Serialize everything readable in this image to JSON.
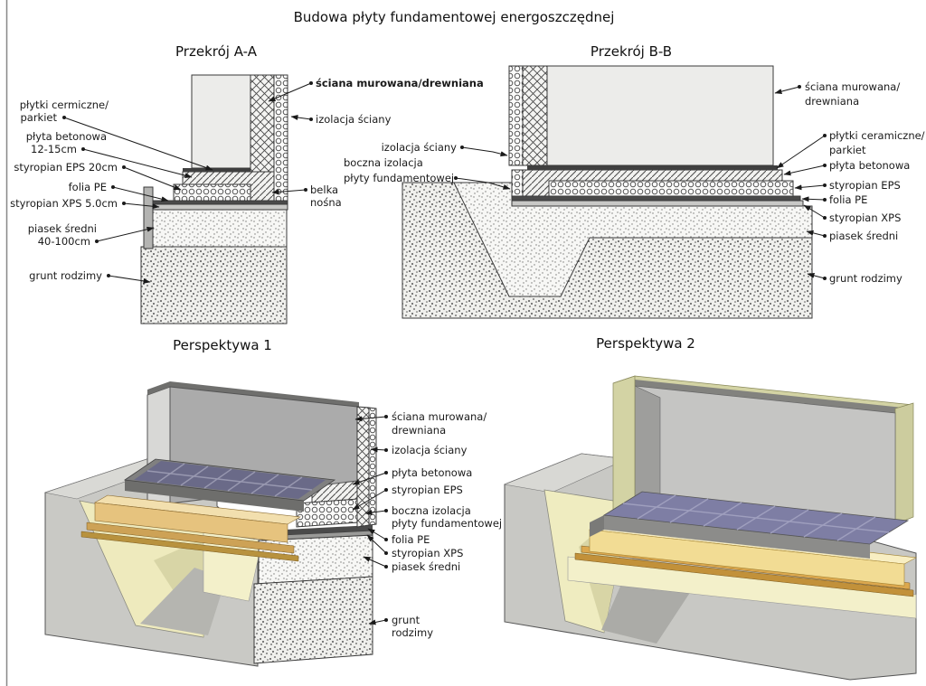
{
  "title": "Budowa płyty fundamentowej energoszczędnej",
  "aa": {
    "title": "Przekrój A-A",
    "labels": {
      "plytki1": "płytki cermiczne/",
      "plytki2": "parkiet",
      "plyta1": "płyta betonowa",
      "plyta2": "12-15cm",
      "eps": "styropian EPS 20cm",
      "folia": "folia PE",
      "xps": "styropian XPS 5.0cm",
      "piasek1": "piasek średni",
      "piasek2": "40-100cm",
      "grunt": "grunt rodzimy",
      "sciana": "ściana murowana/drewniana",
      "izolacja": "izolacja ściany",
      "belka1": "belka",
      "belka2": "nośna"
    }
  },
  "bb": {
    "title": "Przekrój B-B",
    "labels": {
      "izolacja": "izolacja ściany",
      "boczna1": "boczna izolacja",
      "boczna2": "płyty fundamentowej",
      "sciana1": "ściana murowana/",
      "sciana2": "drewniana",
      "plytki1": "płytki ceramiczne/",
      "plytki2": "parkiet",
      "plyta": "płyta betonowa",
      "eps": "styropian EPS",
      "folia": "folia PE",
      "xps": "styropian XPS",
      "piasek": "piasek średni",
      "grunt": "grunt rodzimy"
    }
  },
  "p1": {
    "title": "Perspektywa 1",
    "labels": {
      "sciana1": "ściana murowana/",
      "sciana2": "drewniana",
      "izolacja": "izolacja ściany",
      "plyta": "płyta betonowa",
      "eps": "styropian EPS",
      "boczna1": "boczna izolacja",
      "boczna2": "płyty fundamentowej",
      "folia": "folia PE",
      "xps": "styropian XPS",
      "piasek": "piasek średni",
      "grunt1": "grunt",
      "grunt2": "rodzimy"
    }
  },
  "p2": {
    "title": "Perspektywa 2"
  },
  "colors": {
    "ink": "#1a1a1a",
    "ground_gray": "#c8c8c4",
    "trench_cream": "#efecc0",
    "xps_yellow": "#f2dc94",
    "wood_tan": "#dca84e",
    "tile_blue": "#7e7ea4",
    "wall_gray": "#ababab",
    "insulation_pale": "#d3d3a4"
  }
}
